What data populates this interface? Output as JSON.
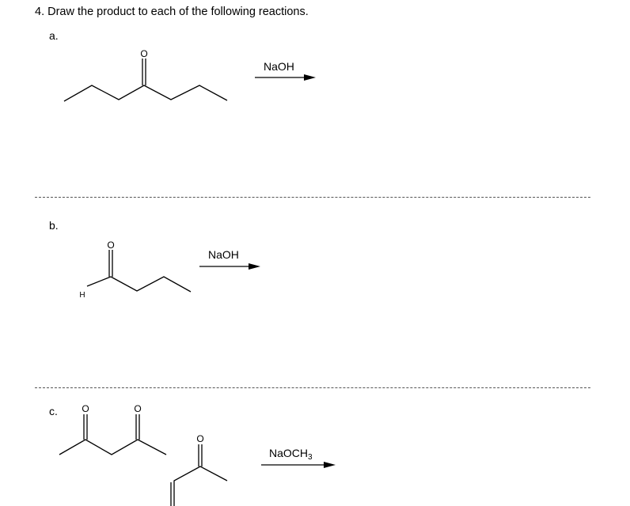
{
  "question": {
    "title": "4. Draw the product to each of the following reactions."
  },
  "parts": [
    {
      "label": "a.",
      "reagent": "NaOH",
      "atoms": {
        "carbonyl_oxygen": "O"
      }
    },
    {
      "label": "b.",
      "reagent": "NaOH",
      "atoms": {
        "carbonyl_oxygen": "O",
        "aldehyde_hydrogen": "H"
      }
    },
    {
      "label": "c.",
      "reagent_main": "NaOCH",
      "reagent_subscript": "3",
      "atoms": {
        "oxygen_1": "O",
        "oxygen_2": "O",
        "oxygen_3": "O"
      }
    }
  ]
}
